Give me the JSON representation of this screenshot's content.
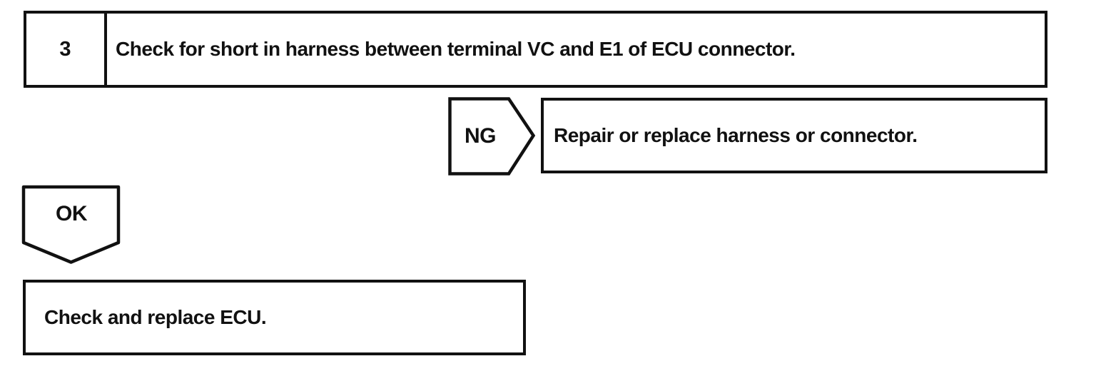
{
  "colors": {
    "ink": "#111111",
    "background": "#ffffff"
  },
  "step_box": {
    "number": "3",
    "instruction": "Check for short in harness between terminal VC and E1 of ECU connector."
  },
  "ng_branch": {
    "label": "NG",
    "action": "Repair or replace harness or connector."
  },
  "ok_branch": {
    "label": "OK"
  },
  "result_box": {
    "text": "Check and replace ECU."
  }
}
